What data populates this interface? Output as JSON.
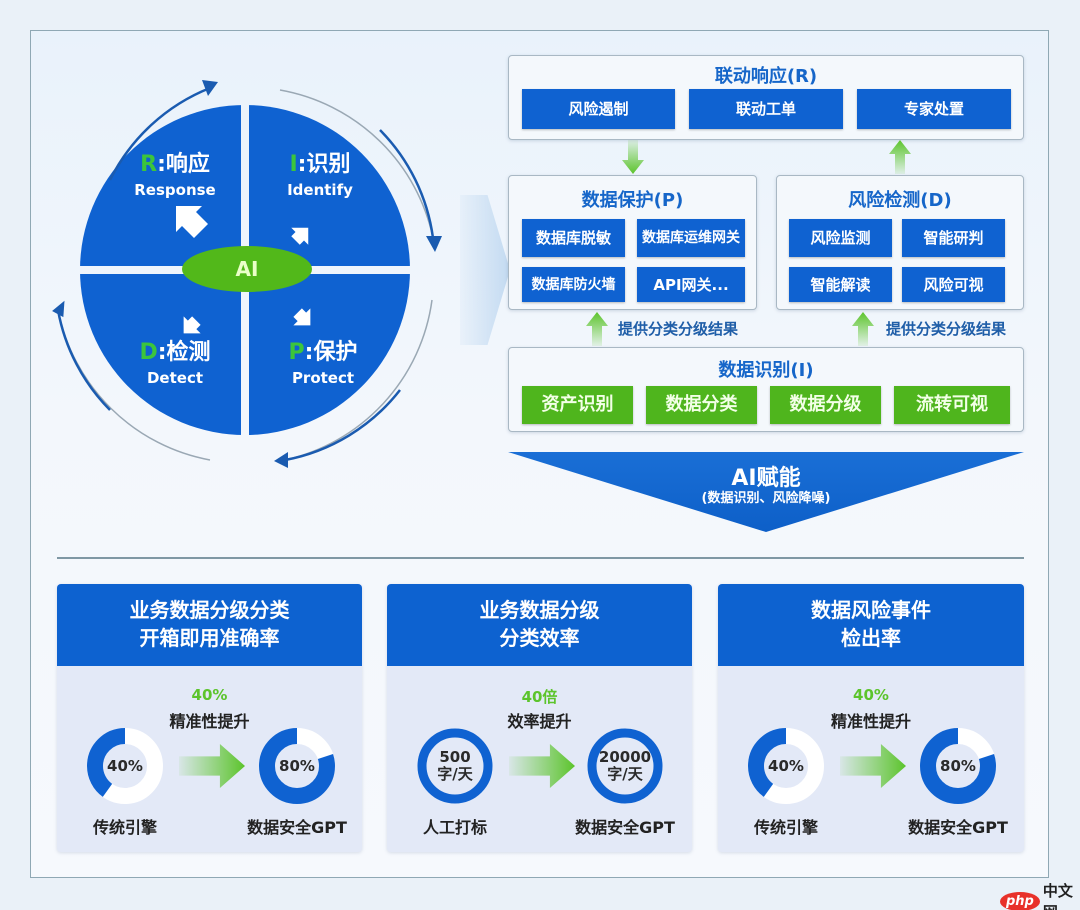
{
  "colors": {
    "primary_blue": "#0f62d1",
    "accent_green": "#4fb51d",
    "title_blue": "#1666c9",
    "background": "#eaf1f8"
  },
  "cycle": {
    "center_label": "AI",
    "quadrants": [
      {
        "id": "R",
        "letter": "R",
        "sep": ":",
        "cn": "响应",
        "en": "Response"
      },
      {
        "id": "I",
        "letter": "I",
        "sep": ":",
        "cn": "识别",
        "en": "Identify"
      },
      {
        "id": "D",
        "letter": "D",
        "sep": ":",
        "cn": "检测",
        "en": "Detect"
      },
      {
        "id": "P",
        "letter": "P",
        "sep": ":",
        "cn": "保护",
        "en": "Protect"
      }
    ]
  },
  "architecture": {
    "response": {
      "title": "联动响应(R)",
      "items": [
        "风险遏制",
        "联动工单",
        "专家处置"
      ]
    },
    "protect": {
      "title": "数据保护(P)",
      "items": [
        "数据库脱敏",
        "数据库运维网关",
        "数据库防火墙",
        "API网关..."
      ]
    },
    "detect": {
      "title": "风险检测(D)",
      "items": [
        "风险监测",
        "智能研判",
        "智能解读",
        "风险可视"
      ]
    },
    "identify": {
      "title": "数据识别(I)",
      "items": [
        "资产识别",
        "数据分类",
        "数据分级",
        "流转可视"
      ]
    },
    "feed_note_left": "提供分类分级结果",
    "feed_note_right": "提供分类分级结果",
    "ai_enable": {
      "title": "AI赋能",
      "subtitle": "(数据识别、风险降噪)"
    }
  },
  "metrics": [
    {
      "title_line1": "业务数据分级分类",
      "title_line2": "开箱即用准确率",
      "gain_value": "40%",
      "gain_label": "精准性提升",
      "before": {
        "value": "40%",
        "percent": 40,
        "label": "传统引擎"
      },
      "after": {
        "value": "80%",
        "percent": 80,
        "label": "数据安全GPT"
      }
    },
    {
      "title_line1": "业务数据分级",
      "title_line2": "分类效率",
      "gain_value": "40倍",
      "gain_label": "效率提升",
      "before": {
        "value_line1": "500",
        "value_line2": "字/天",
        "label": "人工打标"
      },
      "after": {
        "value_line1": "20000",
        "value_line2": "字/天",
        "label": "数据安全GPT"
      }
    },
    {
      "title_line1": "数据风险事件",
      "title_line2": "检出率",
      "gain_value": "40%",
      "gain_label": "精准性提升",
      "before": {
        "value": "40%",
        "percent": 40,
        "label": "传统引擎"
      },
      "after": {
        "value": "80%",
        "percent": 80,
        "label": "数据安全GPT"
      }
    }
  ],
  "watermark": {
    "logo": "php",
    "text": "中文网"
  }
}
